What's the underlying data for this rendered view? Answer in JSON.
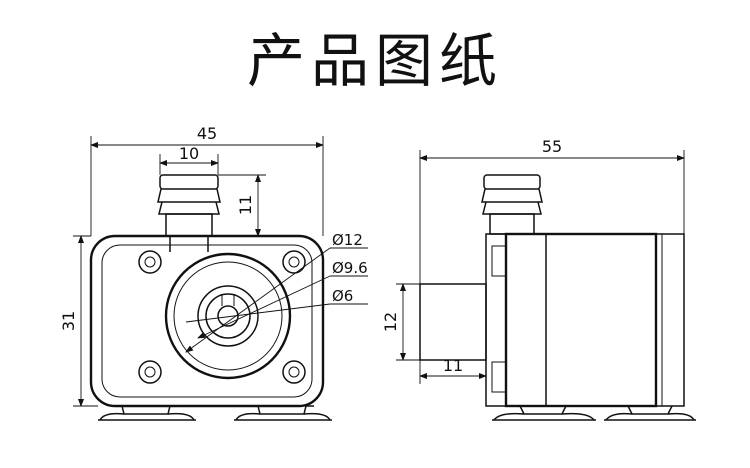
{
  "title": "产品图纸",
  "front_view": {
    "width_label": "45",
    "outlet_width_label": "10",
    "outlet_height_label": "11",
    "height_label": "31",
    "diameters": [
      "Ø12",
      "Ø9.6",
      "Ø6"
    ]
  },
  "side_view": {
    "length_label": "55",
    "inlet_height_label": "12",
    "inlet_length_label": "11"
  }
}
